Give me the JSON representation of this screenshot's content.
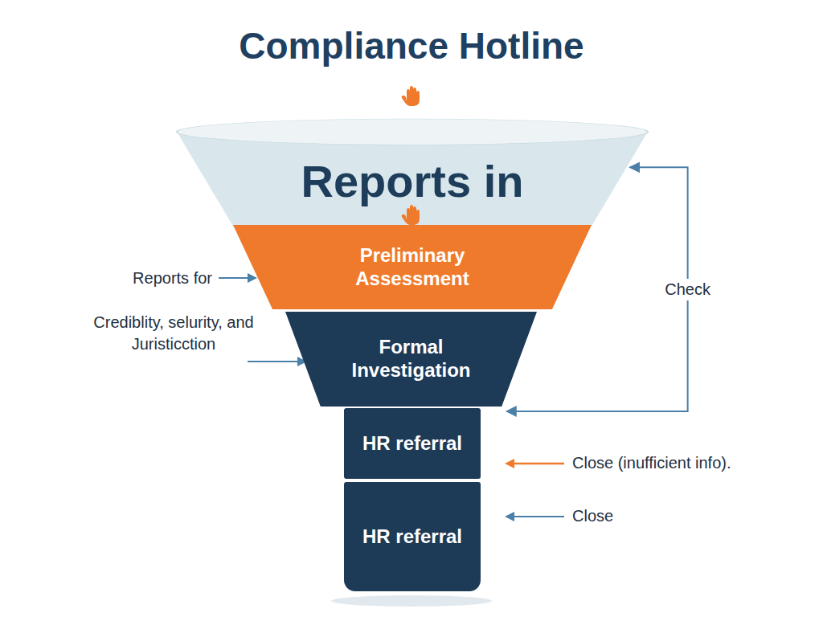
{
  "diagram": {
    "title": "Compliance Hotline",
    "nodes": [
      {
        "text": [
          "Reports in"
        ]
      },
      {
        "text": [
          "Preliminary Assessment"
        ]
      },
      {
        "text": [
          "Formal Investigation"
        ]
      },
      {
        "text": [
          "HR referral"
        ]
      },
      {
        "text": [
          "HR referral"
        ]
      }
    ],
    "edges": [
      {
        "from": 2,
        "to": 0,
        "label": "Check",
        "arrow": "both"
      }
    ],
    "labels": [
      "Reports for",
      "Crediblity, selurity, and Juristicction",
      "Close (inufficient info).",
      "Close"
    ]
  }
}
